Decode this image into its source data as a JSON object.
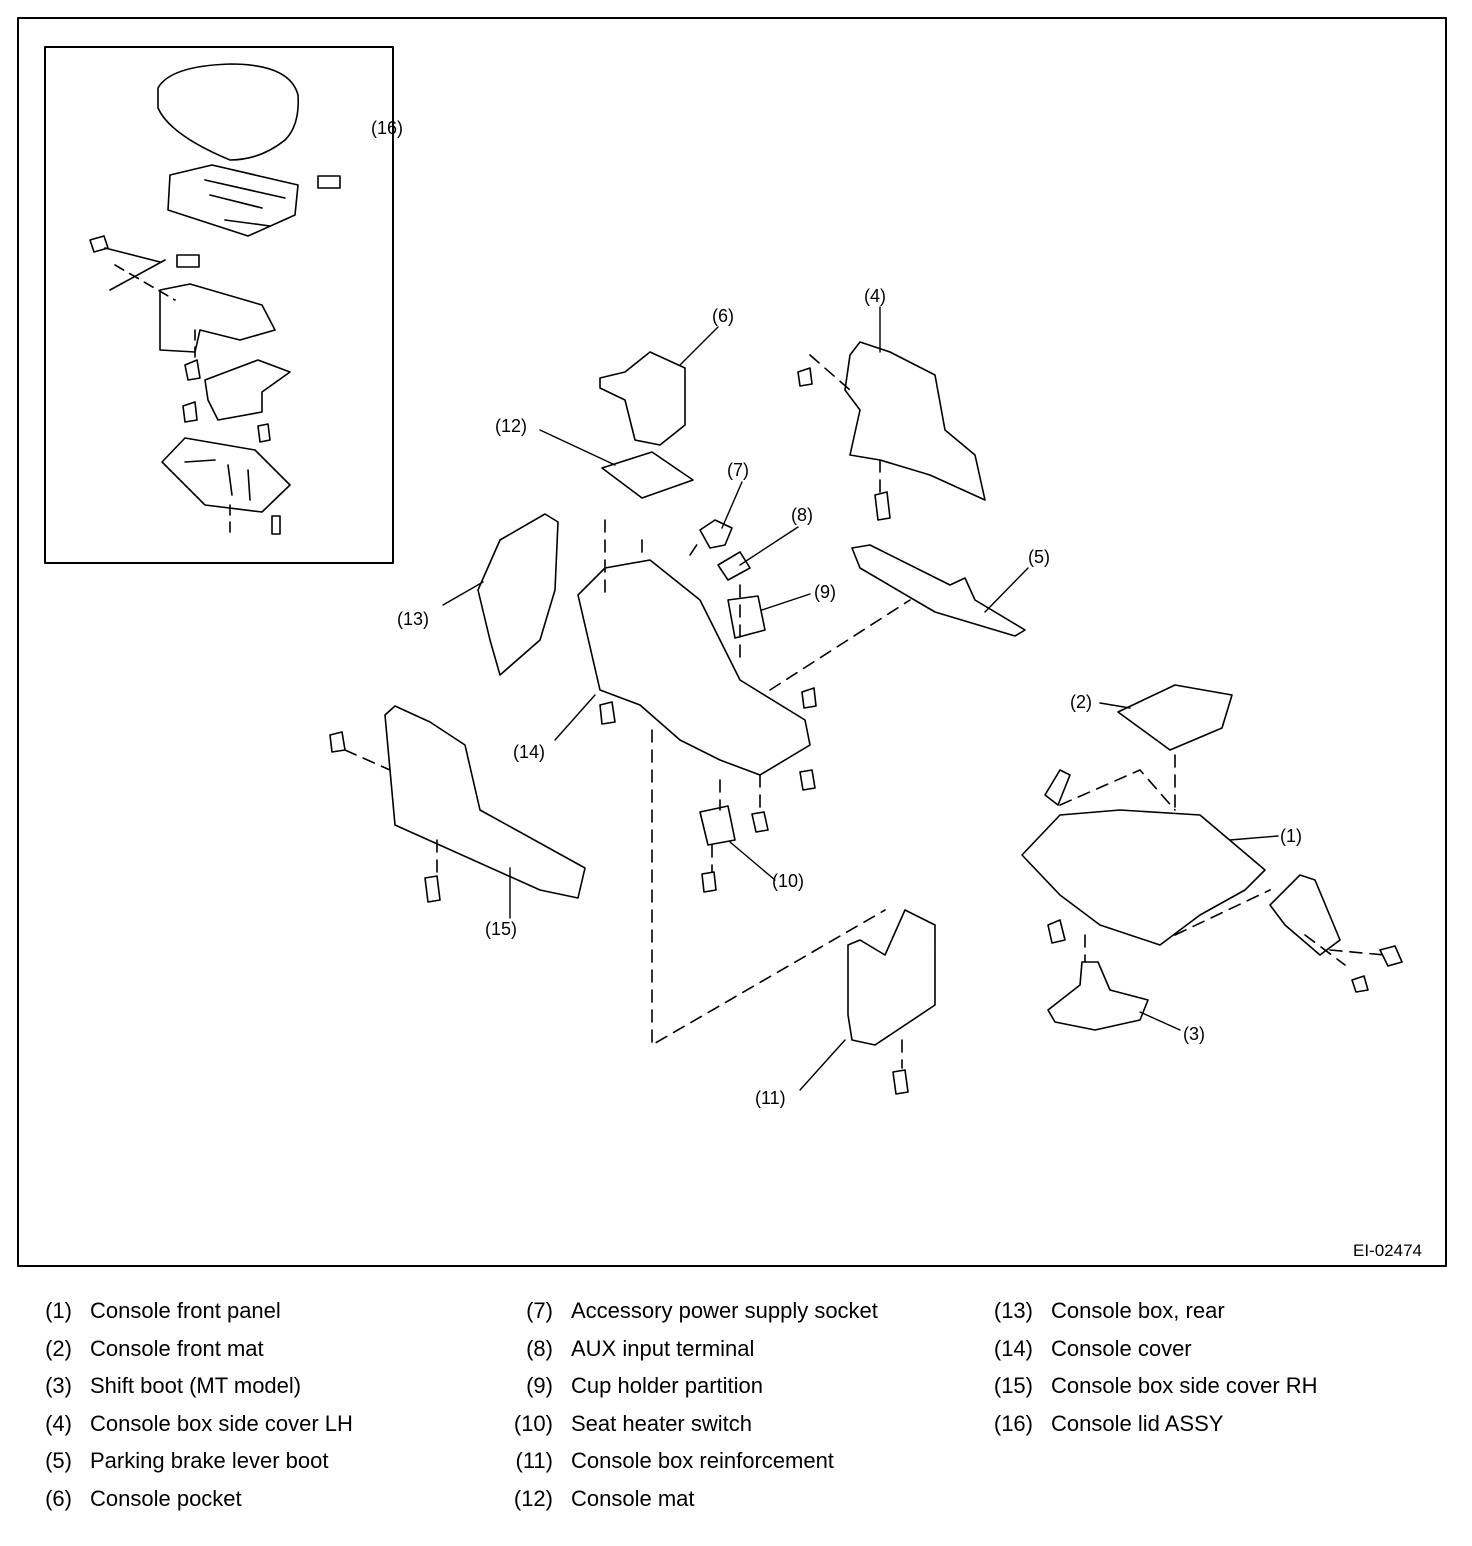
{
  "figure_code": "EI-02474",
  "callouts": [
    "(1)",
    "(2)",
    "(3)",
    "(4)",
    "(5)",
    "(6)",
    "(7)",
    "(8)",
    "(9)",
    "(10)",
    "(11)",
    "(12)",
    "(13)",
    "(14)",
    "(15)",
    "(16)"
  ],
  "legend": {
    "col1": [
      {
        "num": "(1)",
        "label": "Console front panel"
      },
      {
        "num": "(2)",
        "label": "Console front mat"
      },
      {
        "num": "(3)",
        "label": "Shift boot (MT model)"
      },
      {
        "num": "(4)",
        "label": "Console box side cover LH"
      },
      {
        "num": "(5)",
        "label": "Parking brake lever boot"
      },
      {
        "num": "(6)",
        "label": "Console pocket"
      }
    ],
    "col2": [
      {
        "num": "(7)",
        "label": "Accessory power supply socket"
      },
      {
        "num": "(8)",
        "label": "AUX input terminal"
      },
      {
        "num": "(9)",
        "label": "Cup holder partition"
      },
      {
        "num": "(10)",
        "label": "Seat heater switch"
      },
      {
        "num": "(11)",
        "label": "Console box reinforcement"
      },
      {
        "num": "(12)",
        "label": "Console mat"
      }
    ],
    "col3": [
      {
        "num": "(13)",
        "label": "Console box, rear"
      },
      {
        "num": "(14)",
        "label": "Console cover"
      },
      {
        "num": "(15)",
        "label": "Console box side cover RH"
      },
      {
        "num": "(16)",
        "label": "Console lid ASSY"
      }
    ]
  }
}
